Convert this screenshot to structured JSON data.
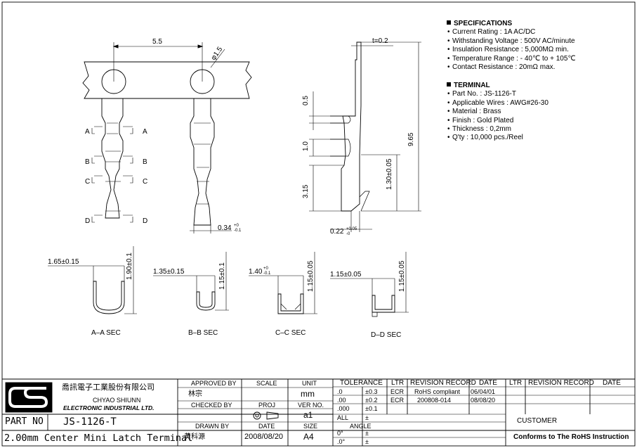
{
  "specifications": {
    "heading": "SPECIFICATIONS",
    "items": [
      "Current Rating : 1A  AC/DC",
      "Withstanding Voltage : 500V AC/minute",
      "Insulation Resistance : 5,000MΩ min.",
      "Temperature Range : - 40℃ to + 105℃",
      "Contact Resistance : 20mΩ max."
    ]
  },
  "terminal": {
    "heading": "TERMINAL",
    "items": [
      "Part No. : JS-1126-T",
      "Applicable Wires : AWG#26-30",
      "Material : Brass",
      "Finish : Gold Plated",
      "Thickness : 0,2mm",
      "Q'ty : 10,000 pcs./Reel"
    ]
  },
  "dims": {
    "pitch": "5.5",
    "hole": "φ1.5",
    "thickness": "t=0.2",
    "d05": "0.5",
    "d10": "1.0",
    "d315": "3.15",
    "d965": "9.65",
    "d130": "1.30±0.05",
    "d034": "0.34",
    "d034_tol_up": "+0",
    "d034_tol_dn": "-0.1",
    "d022": "0.22",
    "d022_tol_up": "+0.05",
    "d022_tol_dn": "-0",
    "secA_w": "1.65±0.15",
    "secA_h": "1.90±0.1",
    "secB_w": "1.35±0.15",
    "secB_h": "1.15±0.1",
    "secC_w": "1.40",
    "secC_tol_up": "+0",
    "secC_tol_dn": "-0.1",
    "secC_h": "1.15±0.05",
    "secD_w": "1.15±0.05",
    "secD_h": "1.15±0.05",
    "label_a": "A",
    "label_b": "B",
    "label_c": "C",
    "label_d": "D",
    "secA": "A–A SEC",
    "secB": "B–B SEC",
    "secC": "C–C SEC",
    "secD": "D–D SEC"
  },
  "title_block": {
    "company_cn": "喬訊電子工業股份有限公司",
    "company_en1": "CHYAO SHIUNN",
    "company_en2": "ELECTRONIC INDUSTRIAL LTD.",
    "approved_by": "APPROVED BY",
    "approver": "林宗",
    "checked_by": "CHECKED BY",
    "drawn_by": "DRAWN BY",
    "drawer": "黃科源",
    "scale": "SCALE",
    "proj": "PROJ",
    "date": "DATE",
    "date_val": "2008/08/20",
    "unit": "UNIT",
    "unit_val": "mm",
    "ver_no": "VER NO.",
    "ver_val": "a1",
    "size": "SIZE",
    "size_val": "A4",
    "part_no_label": "PART NO",
    "part_no": "JS-1126-T",
    "title": "2.00mm Center Mini Latch Terminal",
    "tolerance": "TOLERANCE",
    "angle": "ANGLE",
    "tol": [
      [
        ".0",
        "±0.3"
      ],
      [
        ".00",
        "±0.2"
      ],
      [
        ".000",
        "±0.1"
      ],
      [
        "ALL",
        "±"
      ]
    ],
    "ang": [
      [
        "0°",
        "±"
      ],
      [
        ".0°",
        "±"
      ]
    ],
    "ltr": "LTR",
    "revision_record": "REVISION RECORD",
    "rev_date": "DATE",
    "revisions": [
      {
        "ltr": "ECR",
        "record": "RoHS compliant",
        "date": "06/04/01"
      },
      {
        "ltr": "ECR",
        "record": "200808-014",
        "date": "08/08/20"
      }
    ],
    "customer": "CUSTOMER",
    "rohs": "Conforms to The RoHS Instruction"
  }
}
